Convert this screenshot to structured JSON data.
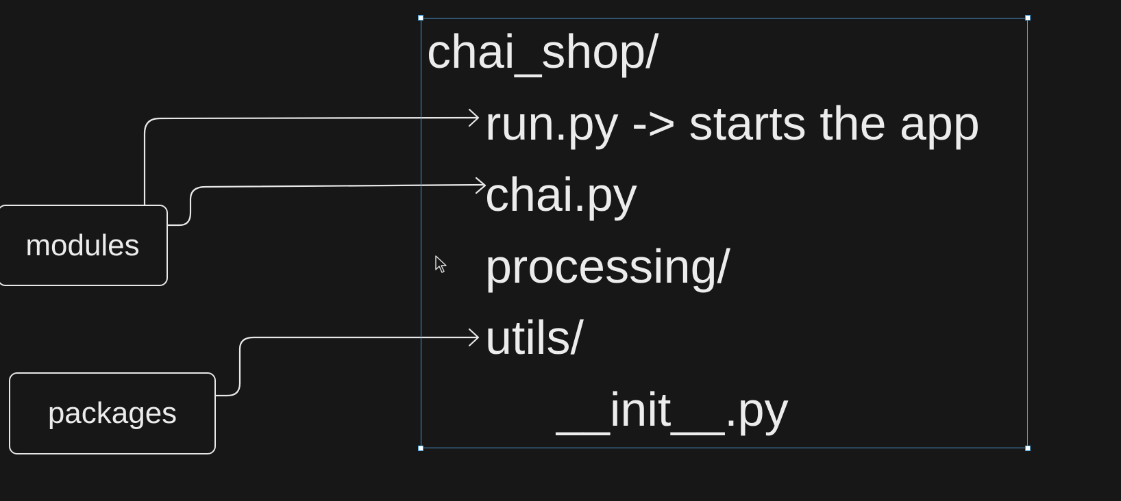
{
  "canvas": {
    "background": "#171717",
    "stroke_color": "#e8e8e8",
    "selection_color": "#4a9fd8"
  },
  "labels": {
    "modules": "modules",
    "packages": "packages"
  },
  "tree": {
    "root": "chai_shop/",
    "run": "run.py -> starts the app",
    "chai": "chai.py",
    "processing": "processing/",
    "utils": "utils/",
    "init": "__init__.py"
  },
  "connections": [
    {
      "from": "modules",
      "to": "run.py"
    },
    {
      "from": "modules",
      "to": "chai.py"
    },
    {
      "from": "packages",
      "to": "utils/"
    }
  ],
  "cursor": "pointer-cursor-icon"
}
